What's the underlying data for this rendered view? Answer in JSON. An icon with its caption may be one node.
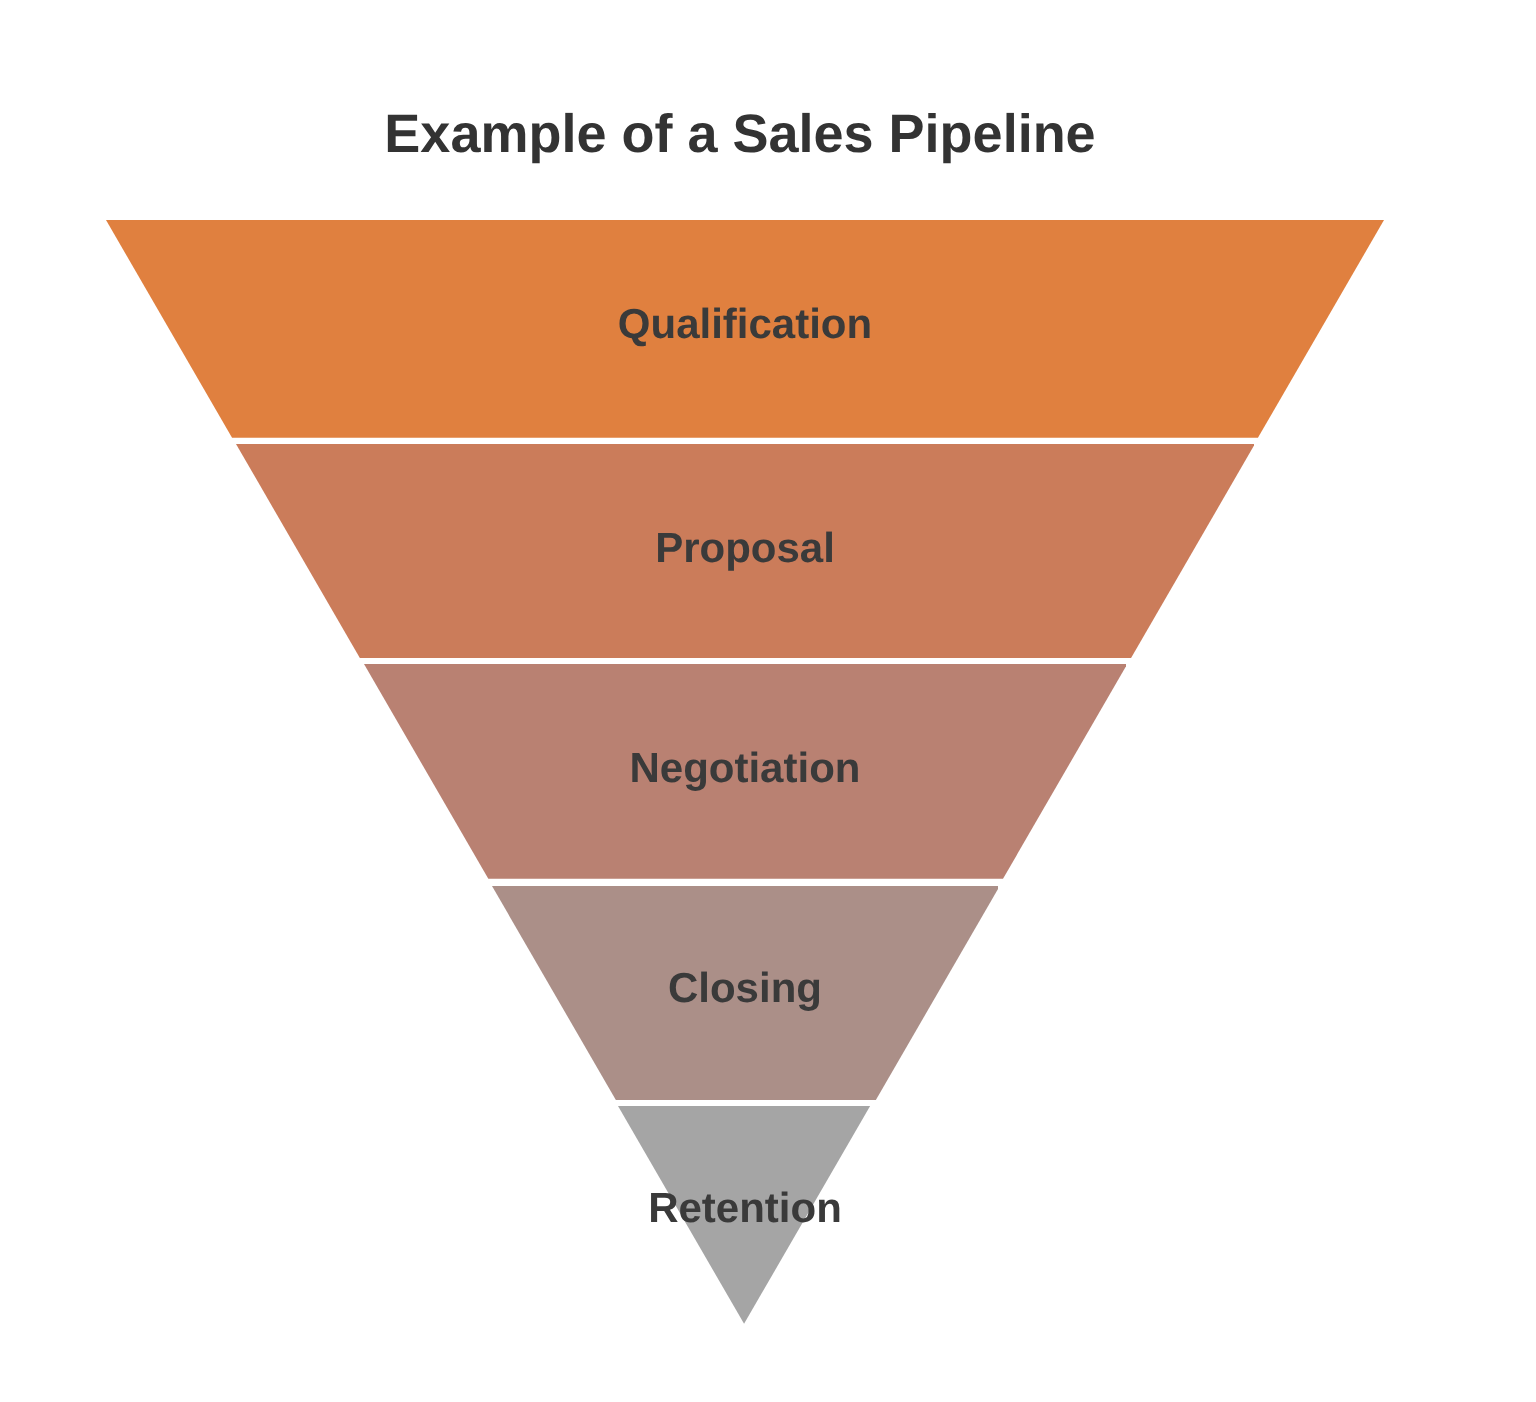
{
  "diagram": {
    "title": "Example of a Sales Pipeline",
    "nodes": [
      {
        "text": [
          "Qualification"
        ]
      },
      {
        "text": [
          "Proposal"
        ]
      },
      {
        "text": [
          "Negotiation"
        ]
      },
      {
        "text": [
          "Closing"
        ]
      },
      {
        "text": [
          "Retention"
        ]
      }
    ]
  }
}
